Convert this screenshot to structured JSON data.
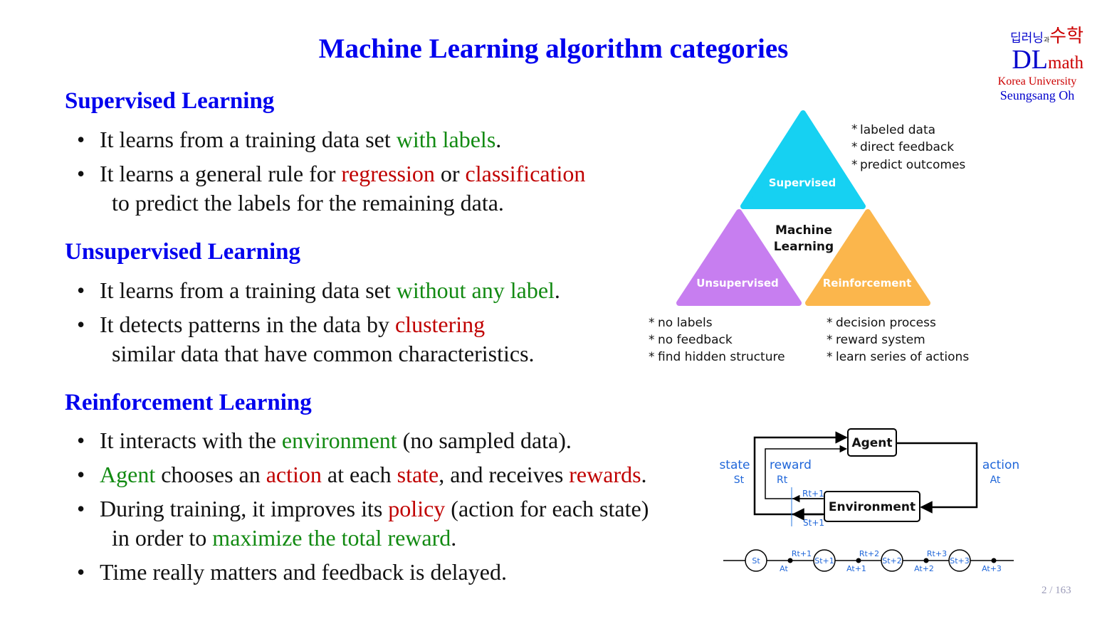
{
  "title": "Machine Learning algorithm categories",
  "logo": {
    "kr_small": "딥러닝",
    "kr_gwa": "과",
    "kr_big": "수학",
    "dl": "DL",
    "math": "math",
    "university": "Korea University",
    "author": "Seungsang Oh"
  },
  "supervised": {
    "heading": "Supervised Learning",
    "b1": {
      "a": "It learns from a training data set ",
      "b": "with labels",
      "c": "."
    },
    "b2": {
      "a": "It learns a general rule for ",
      "b": "regression",
      "c": " or ",
      "d": "classification"
    },
    "b2_cont": "to predict the labels for the remaining data."
  },
  "unsupervised": {
    "heading": "Unsupervised Learning",
    "b1": {
      "a": "It learns from a training data set ",
      "b": "without any label",
      "c": "."
    },
    "b2": {
      "a": "It detects patterns in the data by ",
      "b": "clustering"
    },
    "b2_cont": "similar data that have common characteristics."
  },
  "reinforcement": {
    "heading": "Reinforcement Learning",
    "b1": {
      "a": "It interacts with the ",
      "b": "environment",
      "c": " (no sampled data)."
    },
    "b2": {
      "a": "Agent",
      "b": " chooses an ",
      "c": "action",
      "d": " at each ",
      "e": "state",
      "f": ", and receives ",
      "g": "rewards",
      "h": "."
    },
    "b3": {
      "a": "During training, it improves its ",
      "b": "policy",
      "c": " (action for each state)"
    },
    "b3_cont": {
      "a": "in order to ",
      "b": "maximize the total reward",
      "c": "."
    },
    "b4": "Time really matters and feedback is delayed."
  },
  "triangle": {
    "center_1": "Machine",
    "center_2": "Learning",
    "supervised": "Supervised",
    "unsupervised": "Unsupervised",
    "reinforcement": "Reinforcement",
    "supervised_notes": [
      "labeled data",
      "direct feedback",
      "predict outcomes"
    ],
    "unsupervised_notes": [
      "no labels",
      "no feedback",
      "find hidden structure"
    ],
    "reinforcement_notes": [
      "decision process",
      "reward system",
      "learn series of actions"
    ],
    "colors": {
      "supervised": "#16d1f2",
      "unsupervised": "#c77ef0",
      "reinforcement": "#fbb64c"
    }
  },
  "rl_diagram": {
    "agent": "Agent",
    "environment": "Environment",
    "state": "state",
    "s_t": "St",
    "reward": "reward",
    "r_t": "Rt",
    "action": "action",
    "a_t": "At",
    "r_t1": "Rt+1",
    "s_t1": "St+1"
  },
  "timeline": {
    "states": [
      "St",
      "St+1",
      "St+2",
      "St+3"
    ],
    "rewards": [
      "Rt+1",
      "Rt+2",
      "Rt+3"
    ],
    "actions": [
      "At",
      "At+1",
      "At+2",
      "At+3"
    ]
  },
  "page_number": "2 / 163"
}
